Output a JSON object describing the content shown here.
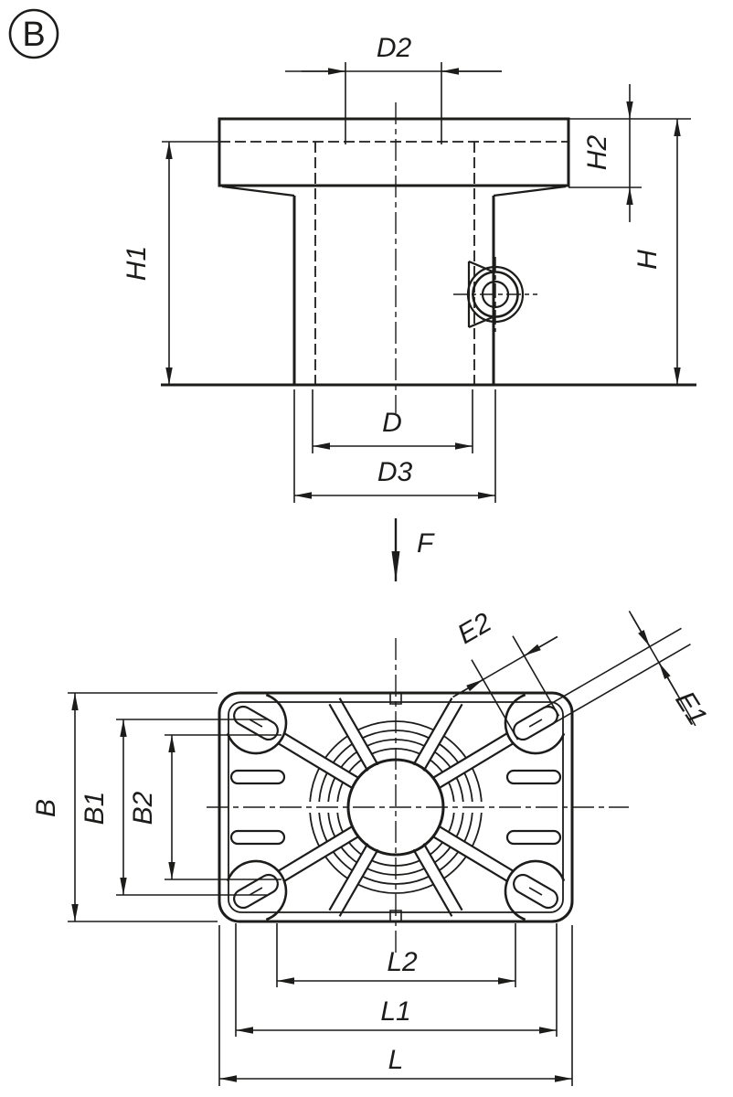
{
  "drawing": {
    "type": "technical-dimension-drawing",
    "view_badge": "B",
    "colors": {
      "line": "#1c1c1a",
      "background": "#ffffff"
    },
    "top_view": {
      "dims": {
        "d2": "D2",
        "h2": "H2",
        "h1": "H1",
        "h": "H",
        "d": "D",
        "d3": "D3"
      },
      "force_label": "F"
    },
    "bottom_view": {
      "dims": {
        "e2": "E2",
        "e1": "E1",
        "b": "B",
        "b1": "B1",
        "b2": "B2",
        "l2": "L2",
        "l1": "L1",
        "l": "L"
      }
    }
  }
}
